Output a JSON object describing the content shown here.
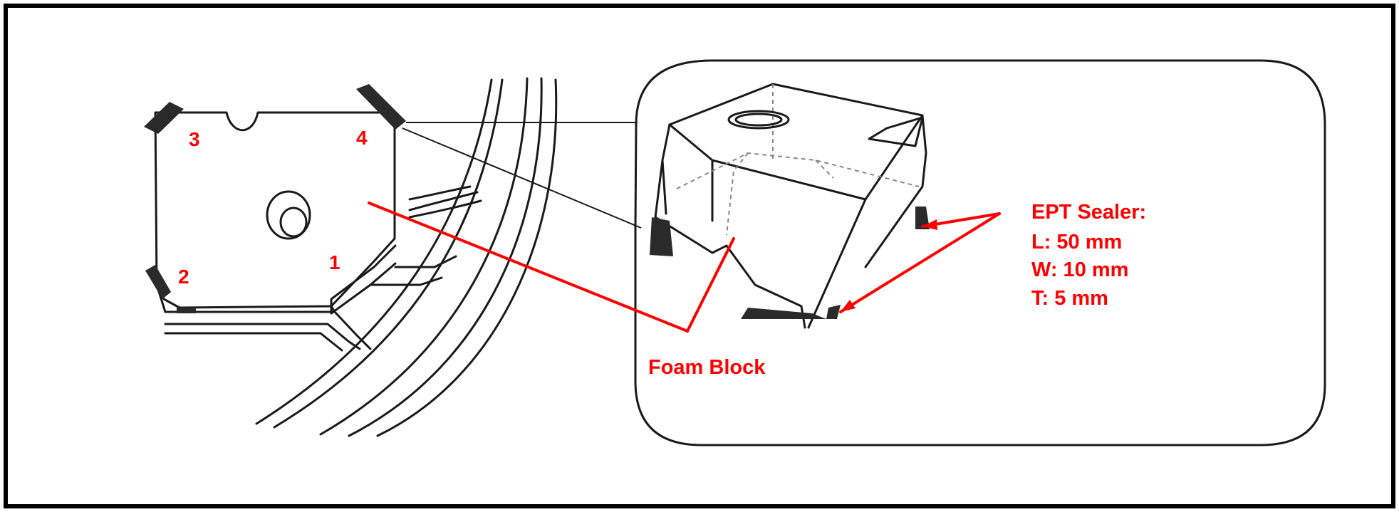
{
  "labels": {
    "corner_1": "1",
    "corner_2": "2",
    "corner_3": "3",
    "corner_4": "4",
    "foam_block": "Foam Block",
    "ept_title": "EPT Sealer:",
    "ept_length": "L: 50 mm",
    "ept_width": "W: 10 mm",
    "ept_thickness": "T: 5 mm"
  },
  "colors": {
    "annotation": "#ff0000",
    "line_art": "#1a1a1a",
    "frame": "#000000",
    "pad": "#2a2a2a",
    "background": "#ffffff"
  }
}
